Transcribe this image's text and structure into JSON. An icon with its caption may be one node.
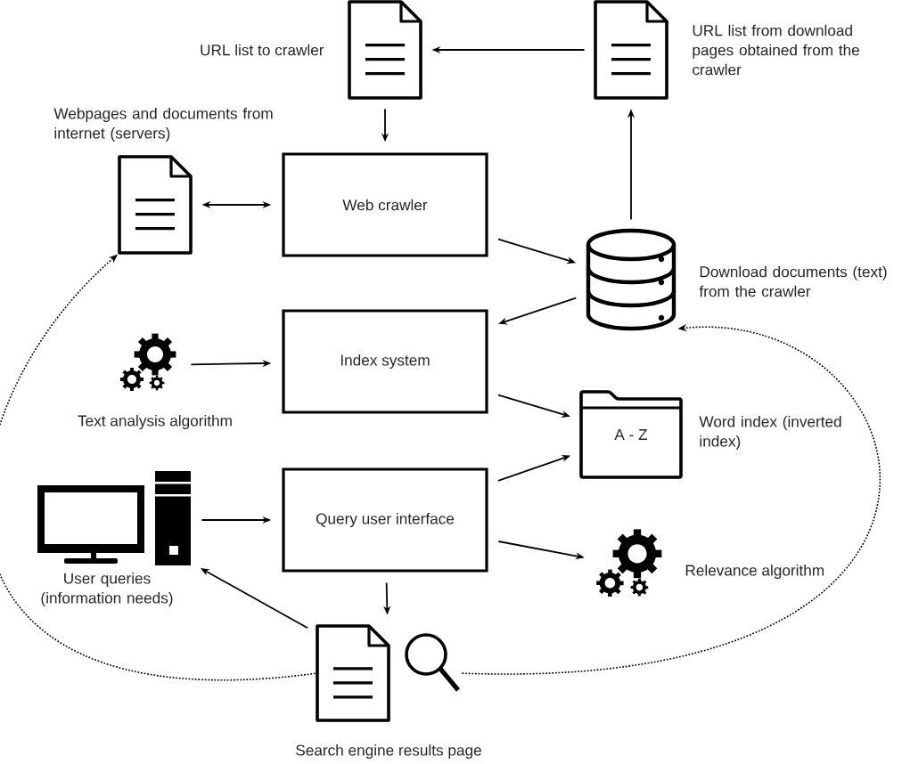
{
  "diagram": {
    "nodes": [
      {
        "text": [],
        "shape": "document",
        "beside": [
          "URL list to crawler"
        ]
      },
      {
        "text": [],
        "shape": "document",
        "beside": [
          "URL list from download pages obtained from the crawler"
        ]
      },
      {
        "text": [],
        "shape": "document",
        "beside": [
          "Webpages and documents from internet (servers)"
        ]
      },
      {
        "text": [
          "Web crawler"
        ]
      },
      {
        "text": [],
        "shape": "cylinder",
        "beside": [
          "Download documents (text) from the crawler"
        ]
      },
      {
        "text": [],
        "shape": "gears",
        "beside": [
          "Text analysis algorithm"
        ]
      },
      {
        "text": [
          "Index system"
        ]
      },
      {
        "text": [
          "A - Z"
        ],
        "beside": [
          "Word index (inverted index)"
        ]
      },
      {
        "text": [],
        "shape": "computer",
        "beside": [
          "User queries (information needs)"
        ]
      },
      {
        "text": [
          "Query user interface"
        ]
      },
      {
        "text": [],
        "shape": "gears",
        "beside": [
          "Relevance algorithm"
        ]
      },
      {
        "text": [],
        "shape": "document",
        "beside": [
          "Search engine results page"
        ]
      }
    ],
    "edges": [
      {
        "from": 1,
        "to": 0,
        "arrow": "to"
      },
      {
        "from": 0,
        "to": 3,
        "arrow": "to"
      },
      {
        "from": 2,
        "to": 3,
        "arrow": "both"
      },
      {
        "from": 3,
        "to": 4,
        "arrow": "to"
      },
      {
        "from": 4,
        "to": 1,
        "arrow": "to"
      },
      {
        "from": 4,
        "to": 6,
        "arrow": "to"
      },
      {
        "from": 5,
        "to": 6,
        "arrow": "to"
      },
      {
        "from": 6,
        "to": 7,
        "arrow": "to"
      },
      {
        "from": 9,
        "to": 7,
        "arrow": "to"
      },
      {
        "from": 8,
        "to": 9,
        "arrow": "to"
      },
      {
        "from": 9,
        "to": 10,
        "arrow": "to"
      },
      {
        "from": 9,
        "to": 11,
        "arrow": "to"
      },
      {
        "from": 11,
        "to": 8,
        "arrow": "to"
      },
      {
        "from": 11,
        "to": 2,
        "arrow": "to",
        "style": "dashed"
      },
      {
        "from": 11,
        "to": 4,
        "arrow": "to",
        "style": "dashed"
      }
    ]
  }
}
